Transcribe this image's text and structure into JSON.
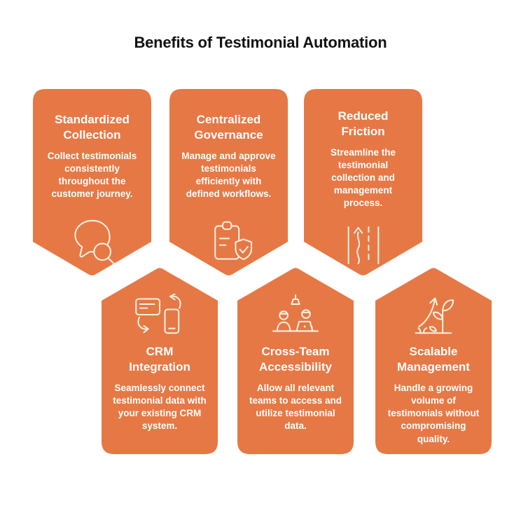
{
  "heading": "Benefits of Testimonial Automation",
  "colors": {
    "card": "#E67845",
    "icon": "#F7EFDF",
    "text": "#FFFFFF",
    "heading": "#121212",
    "background": "#FFFFFF"
  },
  "cards": [
    {
      "id": "standardized-collection",
      "title": "Standardized\nCollection",
      "body": "Collect testimonials\nconsistently\nthroughout the\ncustomer journey.",
      "icon": "speech-bubble-search-icon"
    },
    {
      "id": "centralized-governance",
      "title": "Centralized\nGovernance",
      "body": "Manage and approve\ntestimonials\nefficiently with\ndefined workflows.",
      "icon": "clipboard-shield-check-icon"
    },
    {
      "id": "reduced-friction",
      "title": "Reduced\nFriction",
      "body": "Streamline the\ntestimonial\ncollection and\nmanagement\nprocess.",
      "icon": "road-lanes-arrow-icon"
    },
    {
      "id": "crm-integration",
      "title": "CRM\nIntegration",
      "body": "Seamlessly connect\ntestimonial data with\nyour existing CRM\nsystem.",
      "icon": "card-phone-sync-icon"
    },
    {
      "id": "cross-team-accessibility",
      "title": "Cross-Team\nAccessibility",
      "body": "Allow all relevant\nteams to access and\nutilize testimonial\ndata.",
      "icon": "team-desk-lamp-icon"
    },
    {
      "id": "scalable-management",
      "title": "Scalable\nManagement",
      "body": "Handle a growing\nvolume of\ntestimonials without\ncompromising\nquality.",
      "icon": "plant-growth-arrow-icon"
    }
  ]
}
